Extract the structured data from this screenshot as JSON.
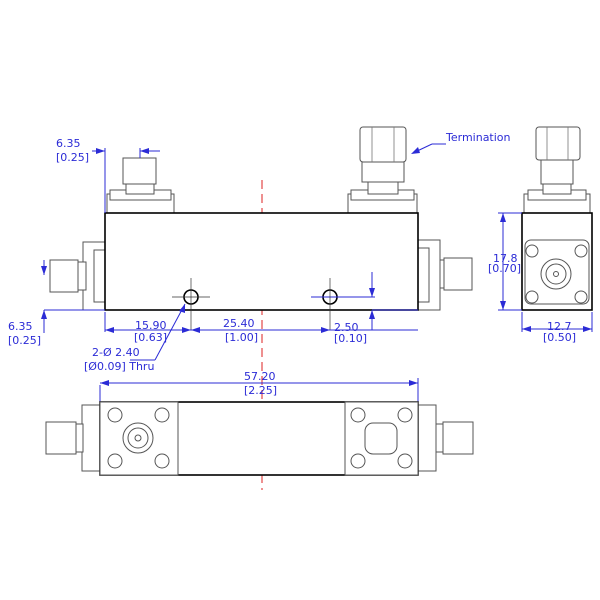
{
  "labels": {
    "termination": "Termination",
    "hole_spec_line1": "2-Ø 2.40",
    "hole_spec_line2": "[Ø0.09] Thru"
  },
  "dimensions": {
    "top_offset": {
      "mm": "6.35",
      "in": "[0.25]"
    },
    "left_offset": {
      "mm": "6.35",
      "in": "[0.25]"
    },
    "hole_left": {
      "mm": "15.90",
      "in": "[0.63]"
    },
    "hole_spacing": {
      "mm": "25.40",
      "in": "[1.00]"
    },
    "hole_height": {
      "mm": "2.50",
      "in": "[0.10]"
    },
    "overall_length": {
      "mm": "57.20",
      "in": "[2.25]"
    },
    "height": {
      "mm": "17.8",
      "in": "[0.70]"
    },
    "width": {
      "mm": "12.7",
      "in": "[0.50]"
    }
  },
  "colors": {
    "dimension": "#2b2bd6",
    "centerline": "#d22222",
    "outline": "#000000"
  }
}
